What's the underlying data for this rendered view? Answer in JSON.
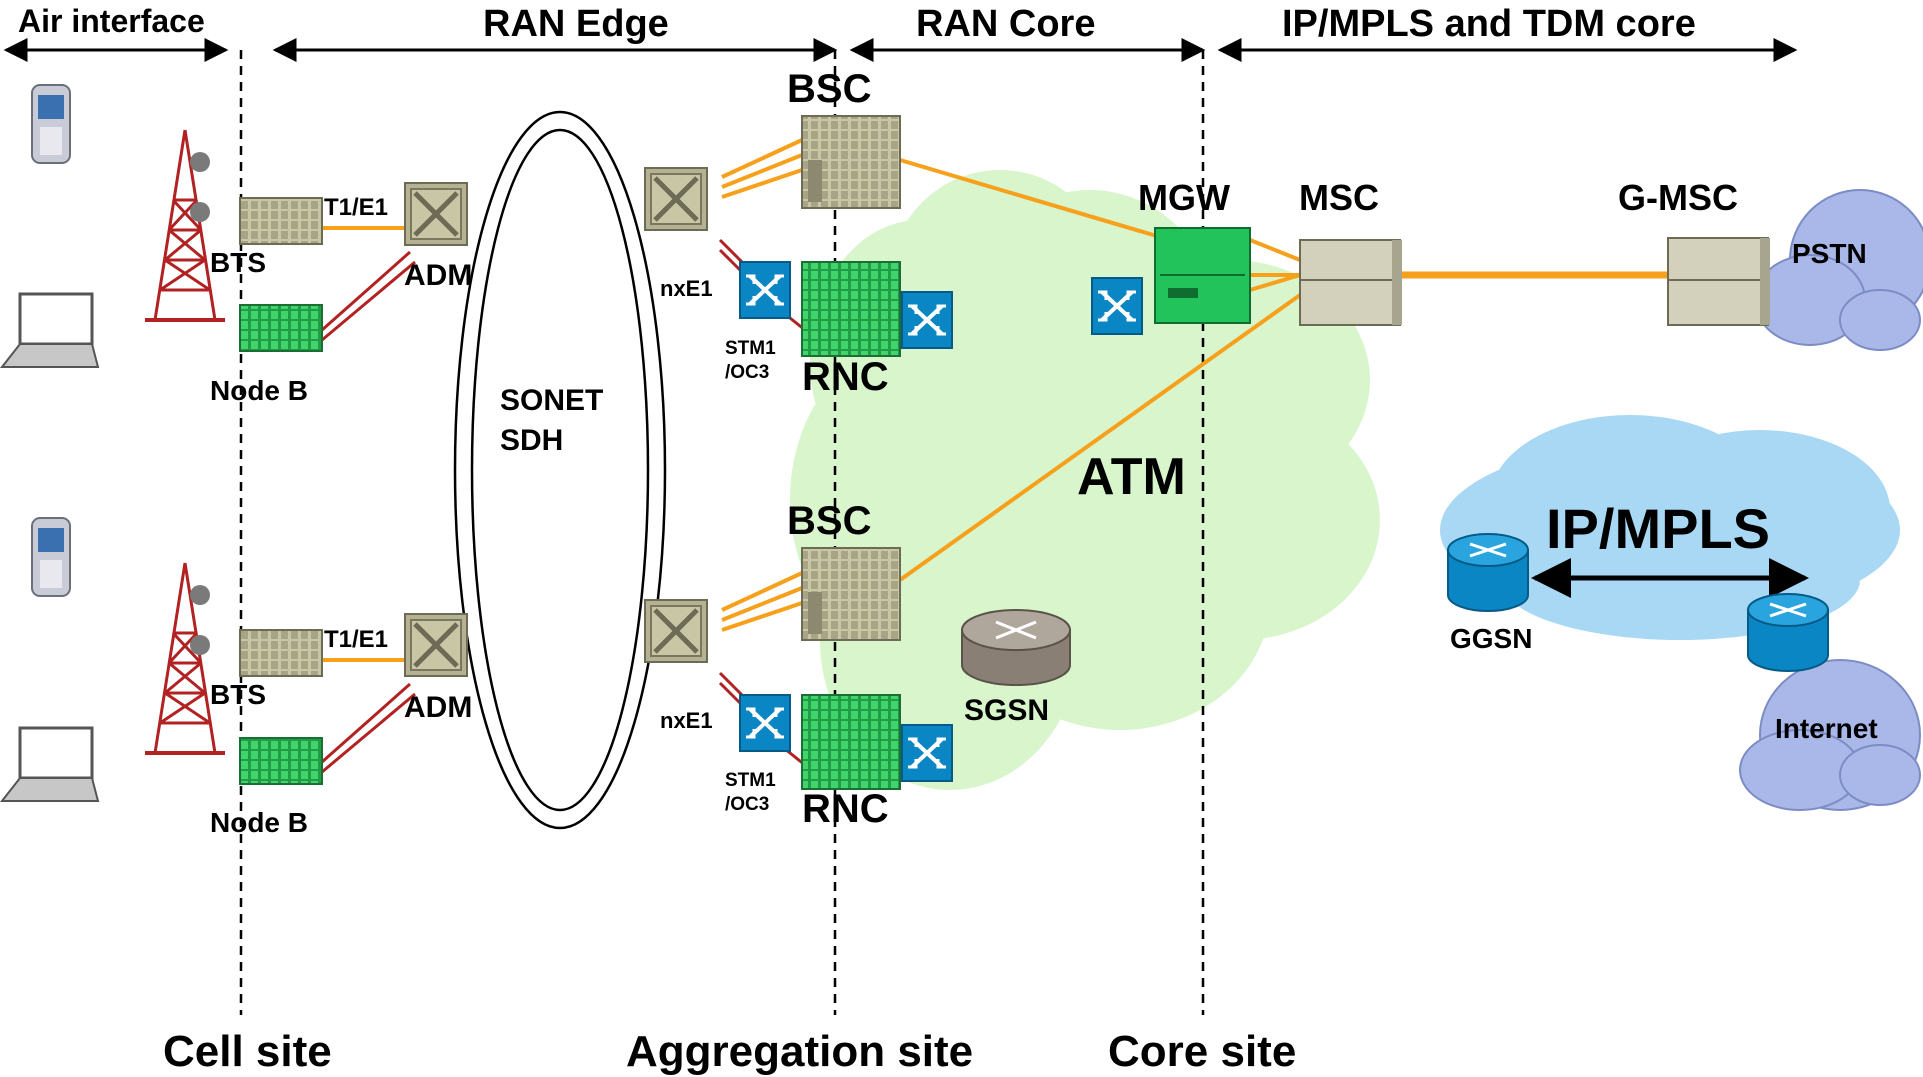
{
  "zones": {
    "air": "Air interface",
    "ran_edge": "RAN Edge",
    "ran_core": "RAN Core",
    "ip_core": "IP/MPLS and TDM core"
  },
  "sites": {
    "cell": "Cell site",
    "aggregation": "Aggregation site",
    "core": "Core site"
  },
  "labels": {
    "bsc_top": "BSC",
    "bsc_bottom": "BSC",
    "rnc_top": "RNC",
    "rnc_bottom": "RNC",
    "bts_top": "BTS",
    "bts_bottom": "BTS",
    "nodeb_top": "Node B",
    "nodeb_bottom": "Node B",
    "adm_top": "ADM",
    "adm_bottom": "ADM",
    "t1e1_top": "T1/E1",
    "t1e1_bottom": "T1/E1",
    "nxe1_top": "nxE1",
    "nxe1_bottom": "nxE1",
    "stm1_top_a": "STM1",
    "stm1_top_b": "/OC3",
    "stm1_bottom_a": "STM1",
    "stm1_bottom_b": "/OC3",
    "sonet_a": "SONET",
    "sonet_b": "SDH",
    "mgw": "MGW",
    "msc": "MSC",
    "gmsc": "G-MSC",
    "pstn": "PSTN",
    "atm": "ATM",
    "ipmpls": "IP/MPLS",
    "ggsn": "GGSN",
    "sgsn": "SGSN",
    "internet": "Internet"
  },
  "colors": {
    "orange_link": "#f7a01c",
    "red_link": "#b22222",
    "atm_cloud": "#d8f5cc",
    "ip_cloud": "#a8d8f4",
    "pstn_cloud": "#a9b8e8",
    "equipment": "#c8c6a8",
    "green_equipment": "#2fc25a",
    "cisco_blue": "#0a86c4"
  }
}
